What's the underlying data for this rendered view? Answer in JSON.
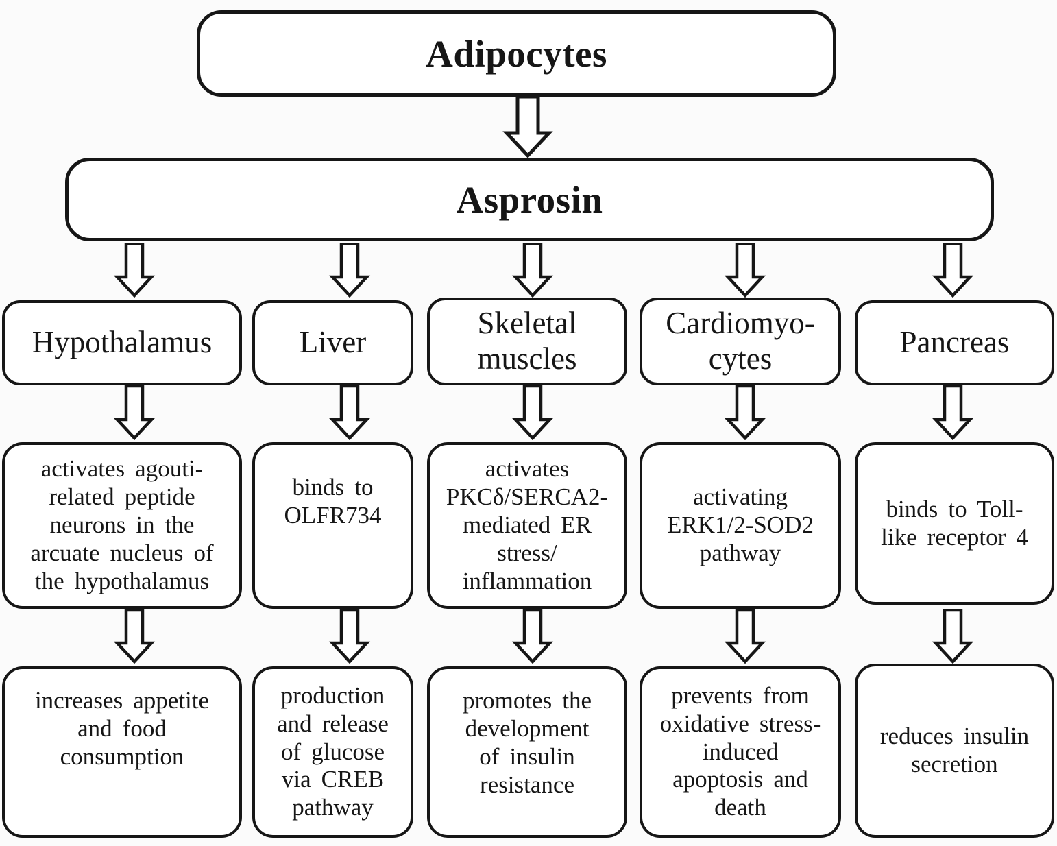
{
  "diagram": {
    "source": {
      "label": "Adipocytes"
    },
    "hormone": {
      "label": "Asprosin"
    },
    "columns": [
      {
        "organ": "Hypothalamus",
        "mechanism": "activates agouti-\nrelated peptide\nneurons in the\narcuate nucleus of\nthe hypothalamus",
        "outcome": "increases appetite\nand food\nconsumption"
      },
      {
        "organ": "Liver",
        "mechanism": "binds to\nOLFR734",
        "outcome": "production\nand release\nof glucose\nvia CREB\npathway"
      },
      {
        "organ": "Skeletal\nmuscles",
        "mechanism": "activates\nPKCδ/SERCA2-\nmediated ER\nstress/\ninflammation",
        "outcome": "promotes the\ndevelopment\nof insulin\nresistance"
      },
      {
        "organ": "Cardiomyo-\ncytes",
        "mechanism": "activating\nERK1/2-SOD2\npathway",
        "outcome": "prevents from\noxidative stress-\ninduced\napoptosis and\ndeath"
      },
      {
        "organ": "Pancreas",
        "mechanism": "binds to Toll-\nlike receptor 4",
        "outcome": "reduces insulin\nsecretion"
      }
    ],
    "colors": {
      "stroke": "#161616",
      "box_fill": "#ffffff",
      "background": "#fbfbfb",
      "text": "#161616"
    }
  }
}
